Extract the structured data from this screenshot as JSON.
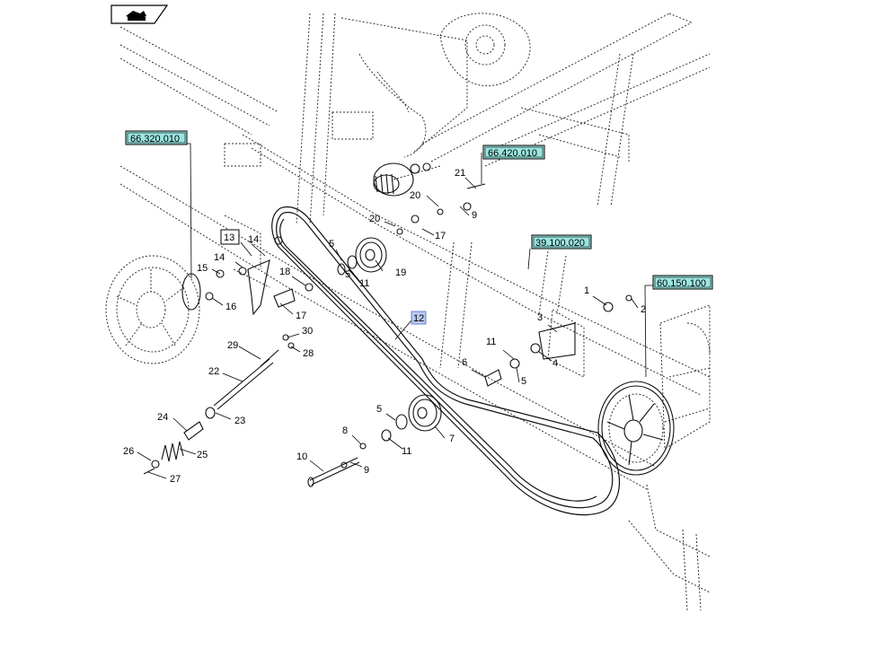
{
  "nav": {
    "icon": "book-hand-icon"
  },
  "references": [
    {
      "id": "ref-66320",
      "label": "66.320.010"
    },
    {
      "id": "ref-66420",
      "label": "66.420.010"
    },
    {
      "id": "ref-39100",
      "label": "39.100.020"
    },
    {
      "id": "ref-60150",
      "label": "60.150.100"
    }
  ],
  "highlight_part": "12",
  "boxed_part": "13",
  "callouts": [
    "1",
    "2",
    "3",
    "4",
    "5",
    "5",
    "5",
    "5",
    "6",
    "7",
    "8",
    "9",
    "9",
    "10",
    "11",
    "11",
    "11",
    "14",
    "14",
    "15",
    "16",
    "17",
    "17",
    "18",
    "19",
    "20",
    "20",
    "21",
    "22",
    "23",
    "24",
    "25",
    "26",
    "27",
    "28",
    "29",
    "30"
  ],
  "colors": {
    "reference_fill": "#9be6e0",
    "highlight_fill": "#b9c9f2"
  }
}
